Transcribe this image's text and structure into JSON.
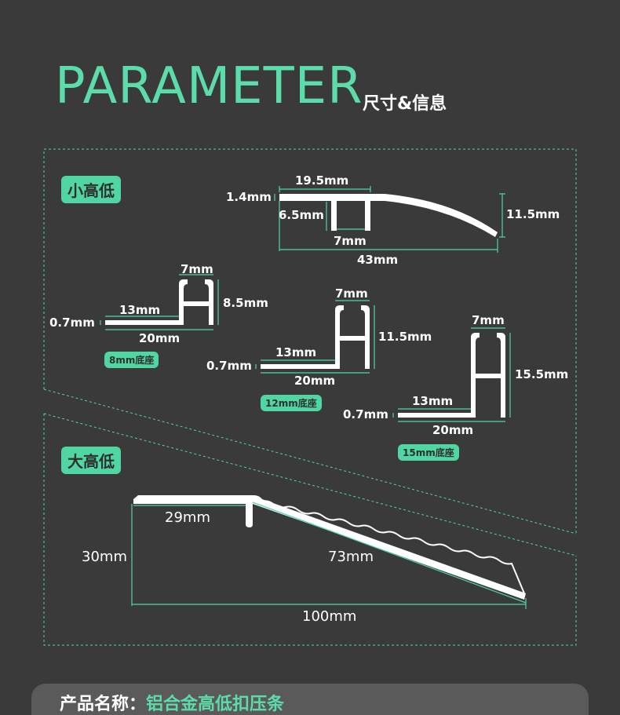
{
  "header": {
    "title": "PARAMETER",
    "subtitle": "尺寸&信息"
  },
  "sections": {
    "small": {
      "label": "小高低"
    },
    "large": {
      "label": "大高低"
    }
  },
  "small_profile": {
    "top_width": "19.5mm",
    "thickness": "1.4mm",
    "leg_height": "6.5mm",
    "leg_gap": "7mm",
    "total_width": "43mm",
    "height": "11.5mm"
  },
  "base8": {
    "top": "7mm",
    "height": "8.5mm",
    "flange": "13mm",
    "thickness": "0.7mm",
    "width": "20mm",
    "badge": "8mm底座"
  },
  "base12": {
    "top": "7mm",
    "height": "11.5mm",
    "flange": "13mm",
    "thickness": "0.7mm",
    "width": "20mm",
    "badge": "12mm底座"
  },
  "base15": {
    "top": "7mm",
    "height": "15.5mm",
    "flange": "13mm",
    "thickness": "0.7mm",
    "width": "20mm",
    "badge": "15mm底座"
  },
  "large_profile": {
    "top_width": "29mm",
    "height": "30mm",
    "slope": "73mm",
    "total_width": "100mm"
  },
  "footer": {
    "label": "产品名称：",
    "value": "铝合金高低扣压条"
  },
  "colors": {
    "background": "#3a3a3a",
    "accent": "#5cdcaa",
    "dim": "#4fd6a2"
  }
}
